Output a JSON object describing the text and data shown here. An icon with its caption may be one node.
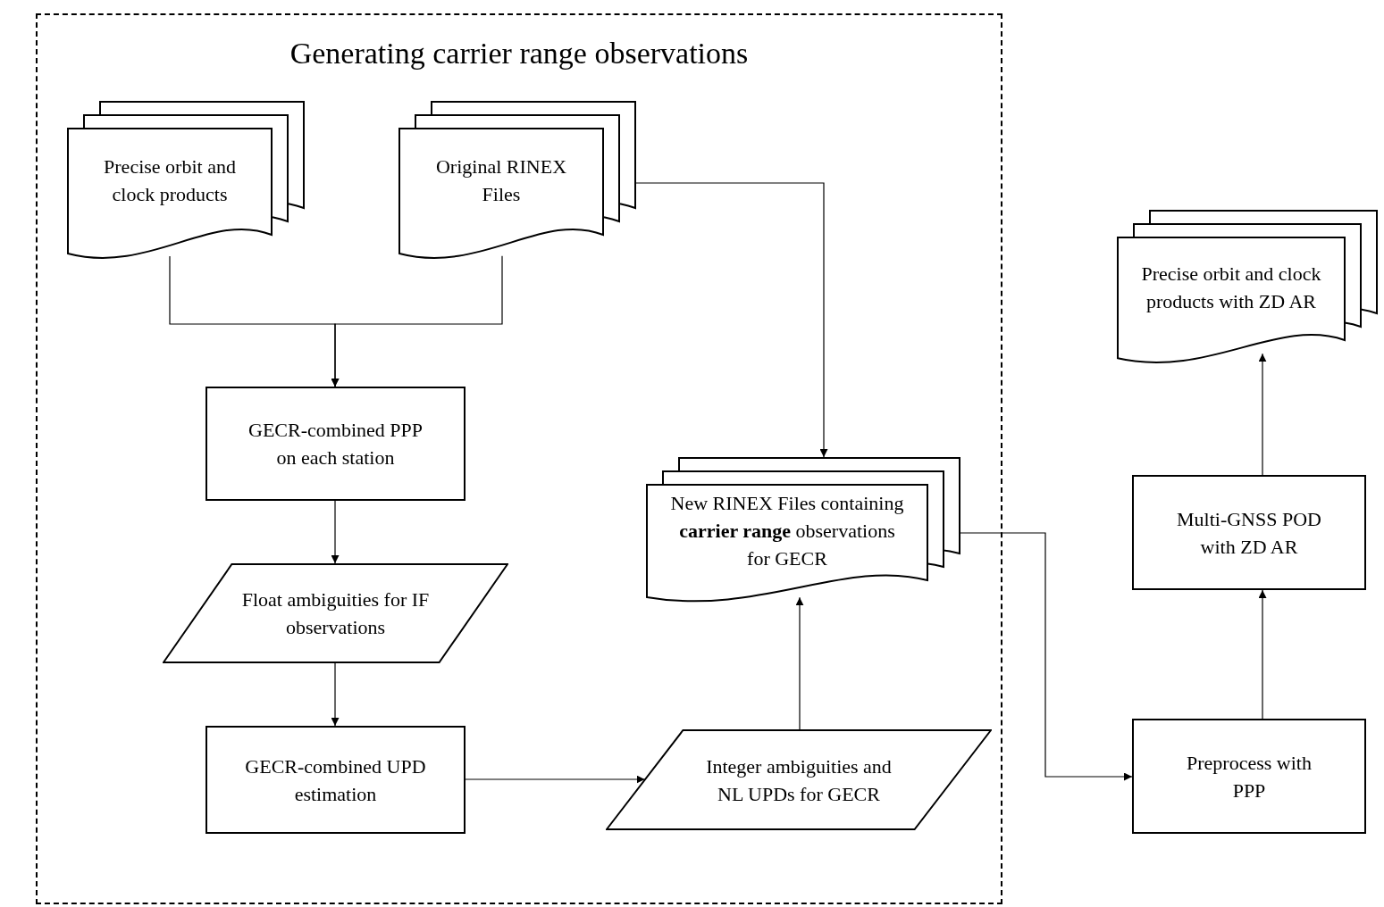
{
  "diagram": {
    "nodes": [
      {
        "text": [
          "Generating carrier range observations"
        ]
      },
      {
        "text": [
          "Precise orbit and clock products"
        ],
        "in": 0
      },
      {
        "text": [
          "Original RINEX Files"
        ],
        "in": 0
      },
      {
        "text": [
          "GECR-combined PPP on each station"
        ],
        "in": 0
      },
      {
        "text": [
          "Float ambiguities for IF observations"
        ],
        "in": 0
      },
      {
        "text": [
          "GECR-combined UPD estimation"
        ],
        "in": 0
      },
      {
        "text": [
          "Integer ambiguities and NL UPDs for GECR"
        ],
        "in": 0
      },
      {
        "text": [
          "New RINEX Files containing **carrier range** observations for GECR"
        ],
        "in": 0
      },
      {
        "text": [
          "Preprocess with PPP"
        ]
      },
      {
        "text": [
          "Multi-GNSS POD with ZD AR"
        ]
      },
      {
        "text": [
          "Precise orbit and clock products with ZD AR"
        ]
      }
    ],
    "edges": [
      {
        "from": 1,
        "to": 3,
        "arrow": "to"
      },
      {
        "from": 2,
        "to": 3,
        "arrow": "to"
      },
      {
        "from": 2,
        "to": 7,
        "arrow": "to"
      },
      {
        "from": 3,
        "to": 4,
        "arrow": "to"
      },
      {
        "from": 4,
        "to": 5,
        "arrow": "to"
      },
      {
        "from": 5,
        "to": 6,
        "arrow": "to"
      },
      {
        "from": 6,
        "to": 7,
        "arrow": "to"
      },
      {
        "from": 7,
        "to": 8,
        "arrow": "to"
      },
      {
        "from": 8,
        "to": 9,
        "arrow": "to"
      },
      {
        "from": 9,
        "to": 10,
        "arrow": "to"
      }
    ]
  }
}
